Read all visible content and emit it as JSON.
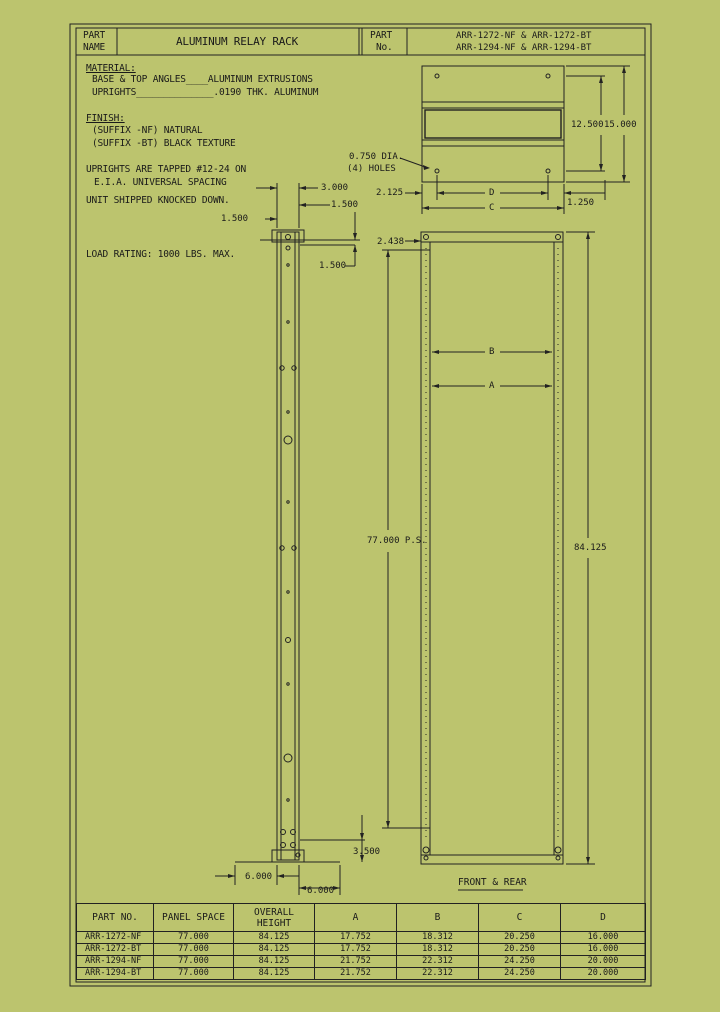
{
  "title_block": {
    "part_name_label": [
      "PART",
      "NAME"
    ],
    "part_name": "ALUMINUM RELAY RACK",
    "part_no_label": [
      "PART",
      "No."
    ],
    "part_numbers": [
      "ARR-1272-NF  &  ARR-1272-BT",
      "ARR-1294-NF  &  ARR-1294-BT"
    ]
  },
  "notes": {
    "material_heading": "MATERIAL:",
    "material_1": "BASE & TOP ANGLES____ALUMINUM EXTRUSIONS",
    "material_2": "UPRIGHTS______________.0190 THK. ALUMINUM",
    "finish_heading": "FINISH:",
    "finish_1": "(SUFFIX -NF) NATURAL",
    "finish_2": "(SUFFIX -BT) BLACK TEXTURE",
    "tapped_1": "UPRIGHTS ARE TAPPED #12-24 ON",
    "tapped_2": "E.I.A. UNIVERSAL SPACING",
    "shipped": "UNIT SHIPPED KNOCKED DOWN.",
    "load": "LOAD RATING:  1000 LBS. MAX."
  },
  "dimensions": {
    "side_3000": "3.000",
    "side_1500_a": "1.500",
    "side_1500_b": "1.500",
    "side_1500_c": "1.500",
    "side_3500": "3.500",
    "side_6000_a": "6.000",
    "side_6000_b": "6.000",
    "top_12500": "12.500",
    "top_15000": "15.000",
    "holes_1": "0.750 DIA.",
    "holes_2": "(4) HOLES",
    "top_2125": "2.125",
    "top_D": "D",
    "top_C": "C",
    "top_1250": "1.250",
    "front_2438": "2.438",
    "front_B": "B",
    "front_A": "A",
    "front_77000": "77.000 P.S.",
    "front_84125": "84.125",
    "front_rear_label": "FRONT & REAR"
  },
  "table": {
    "headers": [
      "PART NO.",
      "PANEL SPACE",
      "OVERALL HEIGHT",
      "A",
      "B",
      "C",
      "D"
    ],
    "rows": [
      [
        "ARR-1272-NF",
        "77.000",
        "84.125",
        "17.752",
        "18.312",
        "20.250",
        "16.000"
      ],
      [
        "ARR-1272-BT",
        "77.000",
        "84.125",
        "17.752",
        "18.312",
        "20.250",
        "16.000"
      ],
      [
        "ARR-1294-NF",
        "77.000",
        "84.125",
        "21.752",
        "22.312",
        "24.250",
        "20.000"
      ],
      [
        "ARR-1294-BT",
        "77.000",
        "84.125",
        "21.752",
        "22.312",
        "24.250",
        "20.000"
      ]
    ]
  },
  "colors": {
    "background": "#bcc46e",
    "ink": "#1a1a1a"
  }
}
